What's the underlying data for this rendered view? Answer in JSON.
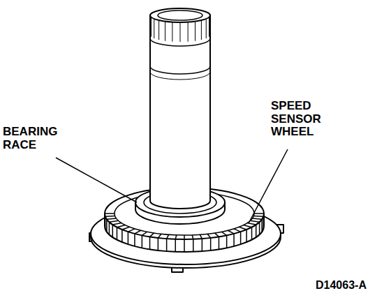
{
  "diagram": {
    "labels": [
      "BEARING RACE",
      "SPEED SENSOR WHEEL",
      "D14063-A"
    ]
  }
}
